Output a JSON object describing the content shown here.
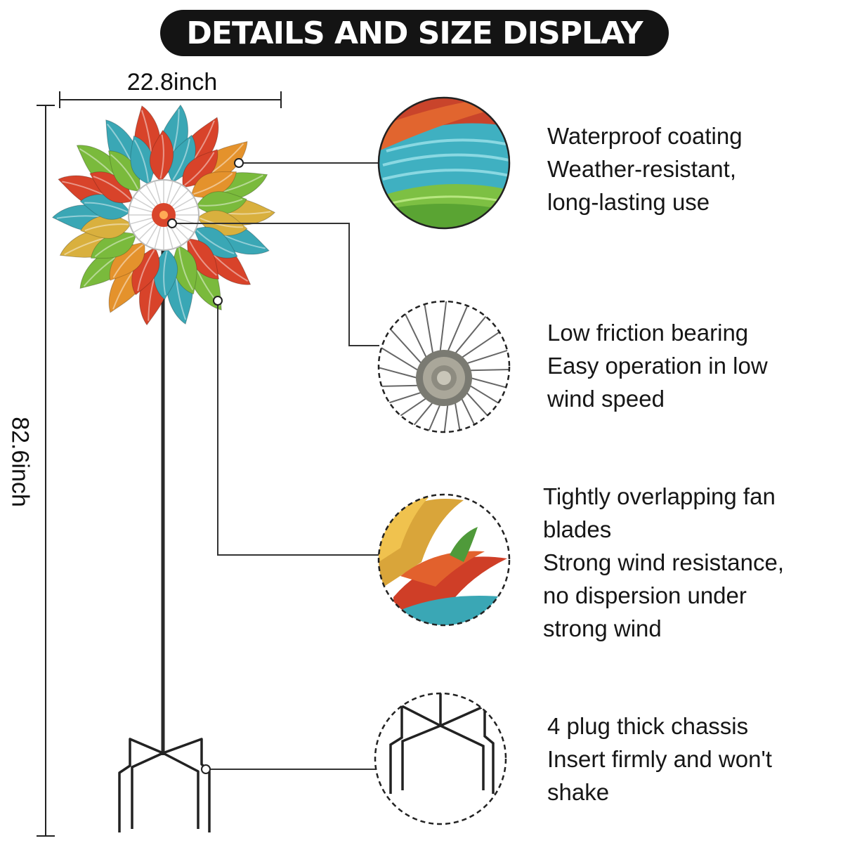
{
  "title": "DETAILS AND SIZE DISPLAY",
  "dimensions": {
    "width_label": "22.8inch",
    "height_label": "82.6inch"
  },
  "features": [
    {
      "lines": [
        "Waterproof coating",
        "Weather-resistant,",
        "long-lasting use"
      ]
    },
    {
      "lines": [
        "Low friction bearing",
        "Easy operation in low",
        "wind speed"
      ]
    },
    {
      "lines": [
        "Tightly overlapping fan",
        "blades",
        "Strong wind resistance,",
        "no dispersion under",
        "strong wind"
      ]
    },
    {
      "lines": [
        "4 plug thick chassis",
        "Insert firmly and won't",
        "shake"
      ]
    }
  ],
  "colors": {
    "title_bg": "#141414",
    "title_text": "#ffffff",
    "blade_teal": "#3aa7b5",
    "blade_red": "#d8432a",
    "blade_orange": "#e4922c",
    "blade_green": "#7aba3c",
    "blade_gold": "#d9b03e",
    "hub_red": "#d9452b",
    "line": "#222222"
  }
}
